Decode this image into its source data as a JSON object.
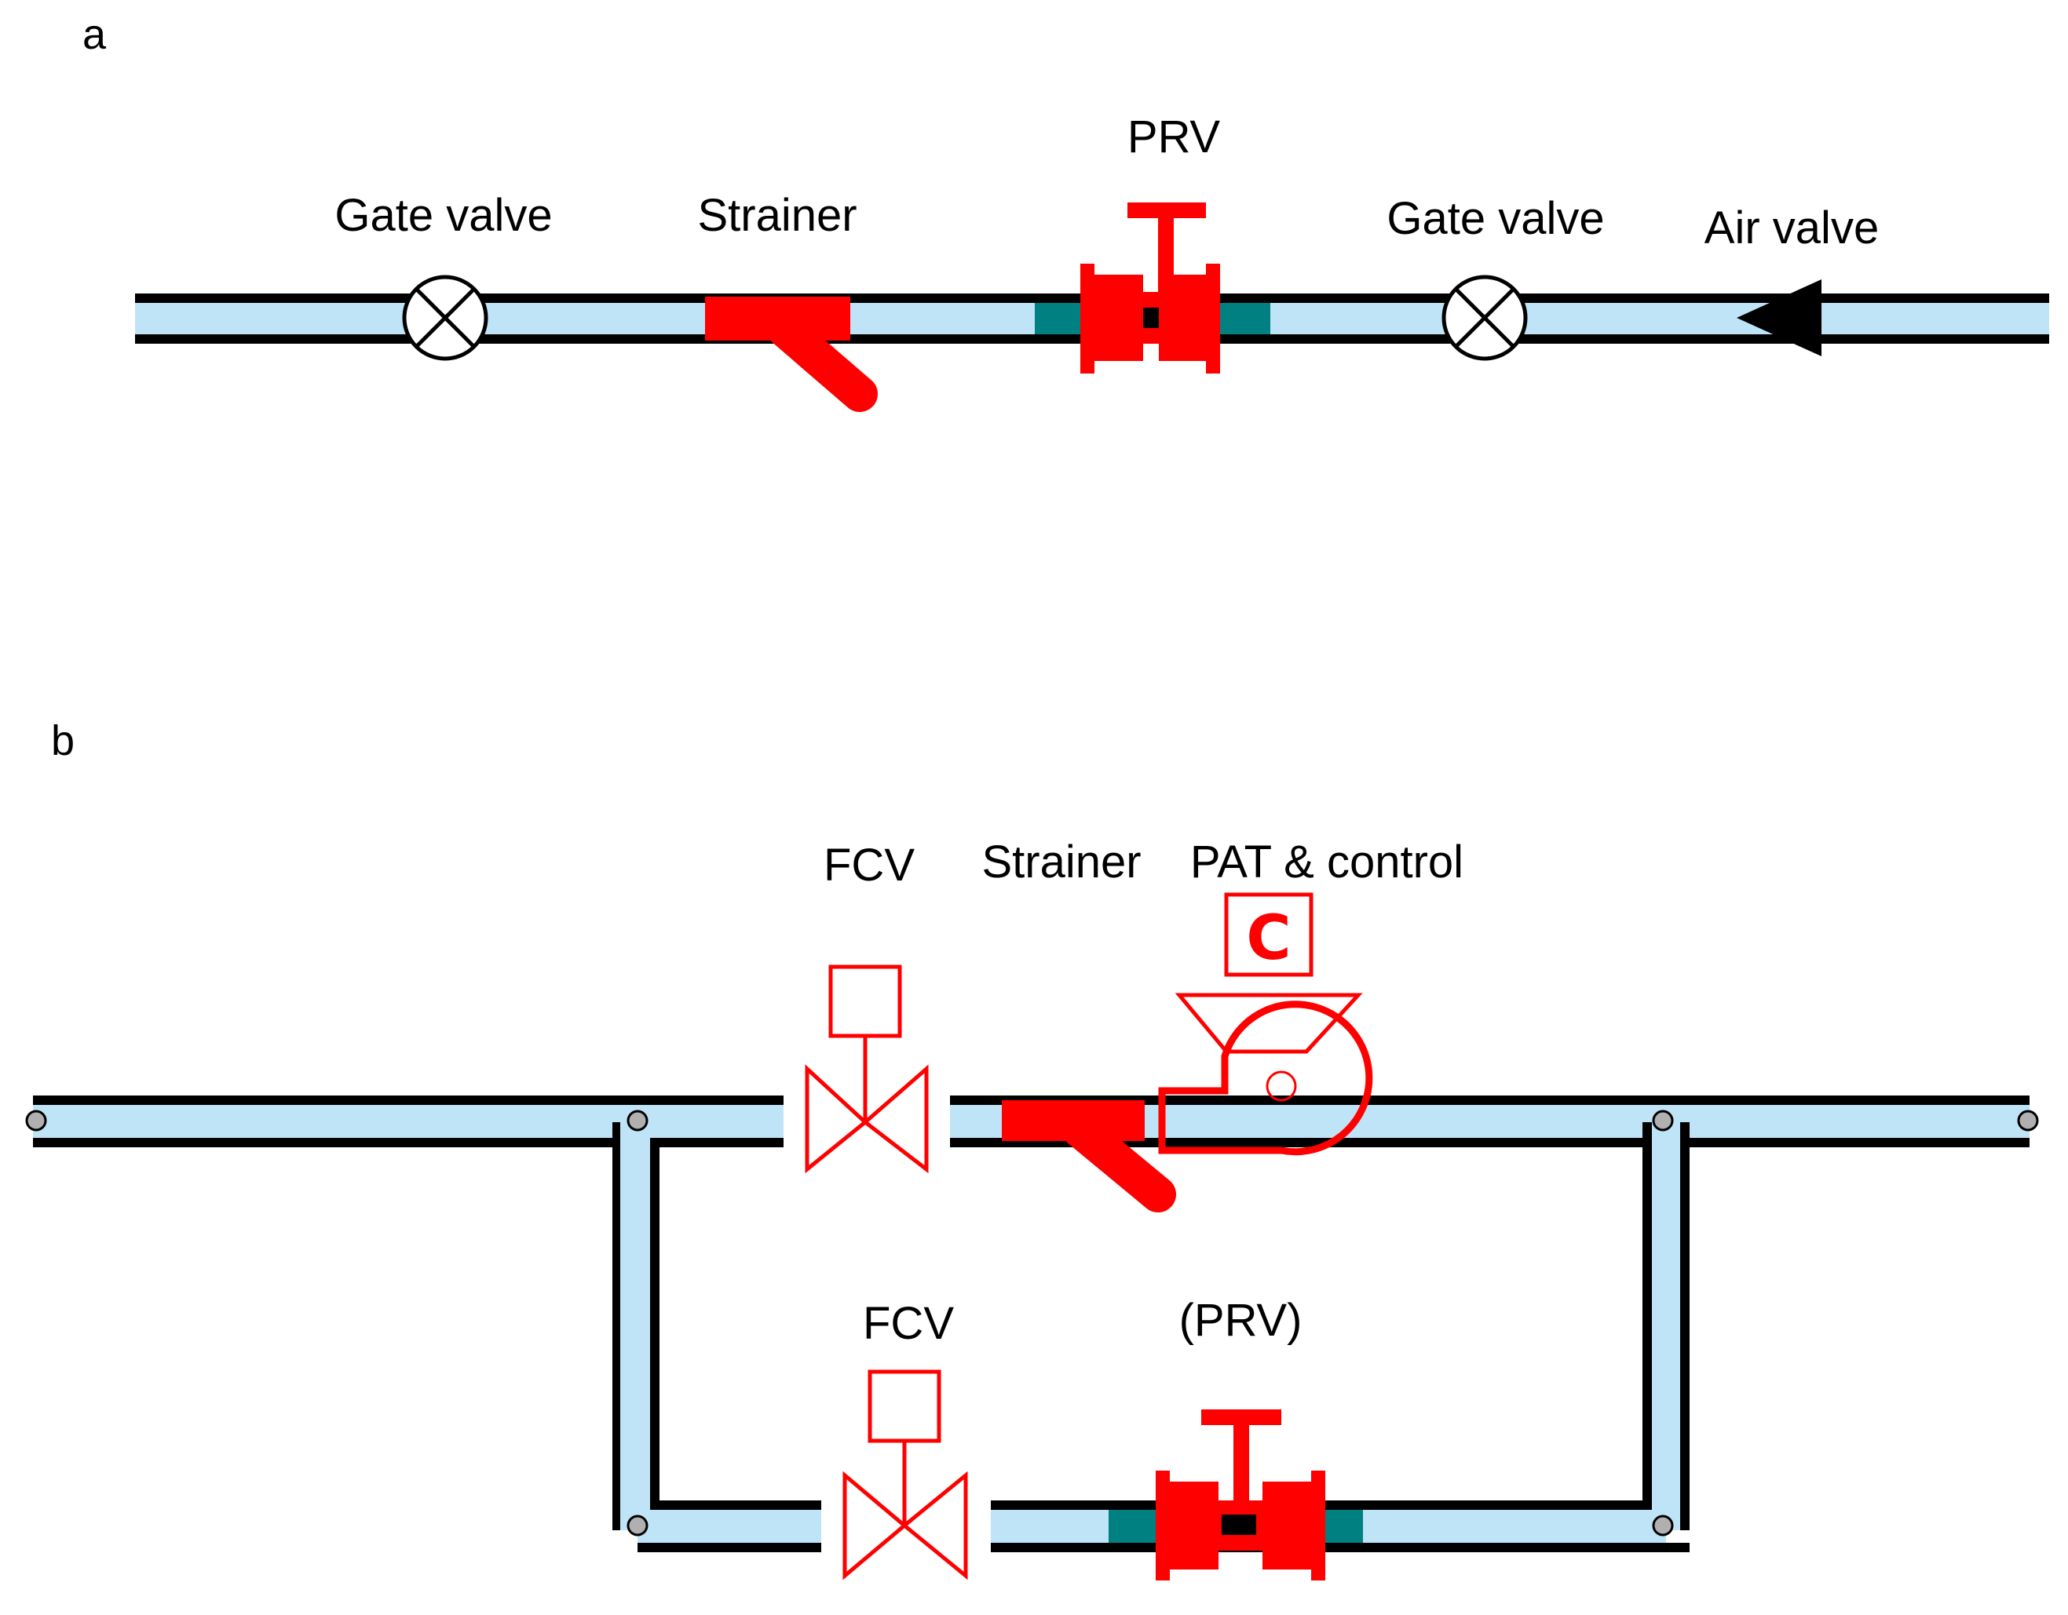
{
  "panel_a": {
    "label": "a",
    "labels": {
      "gate_valve_left": "Gate valve",
      "strainer": "Strainer",
      "prv": "PRV",
      "gate_valve_right": "Gate valve",
      "air_valve": "Air valve"
    }
  },
  "panel_b": {
    "label": "b",
    "labels": {
      "fcv_top": "FCV",
      "strainer": "Strainer",
      "pat_control": "PAT & control",
      "controller_letter": "C",
      "fcv_bottom": "FCV",
      "prv_bypass": "(PRV)"
    }
  },
  "colors": {
    "pipe_fill": "#bfe4f7",
    "pipe_wall": "#000000",
    "component_red": "#ff0000",
    "flange_teal": "#008080",
    "joint_grey": "#b0b0b0"
  }
}
